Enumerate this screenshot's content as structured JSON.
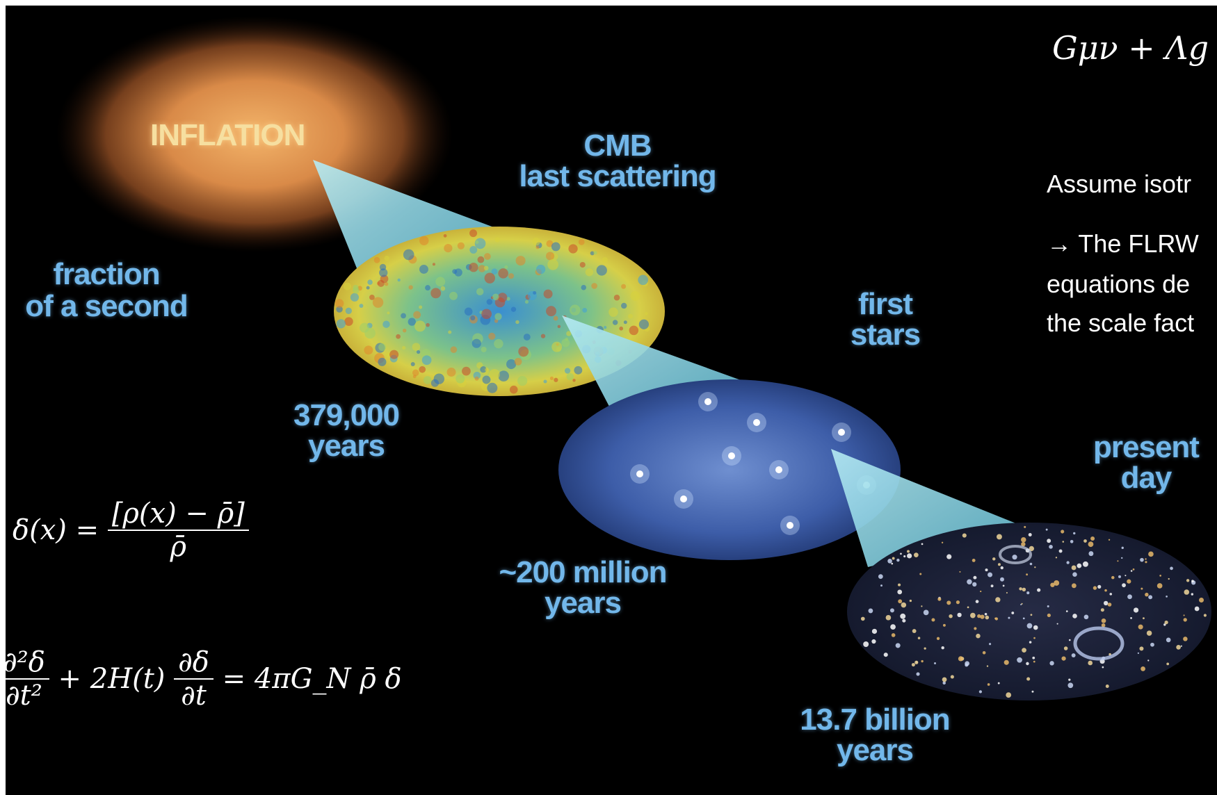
{
  "stages": [
    {
      "name": "INFLATION",
      "time_label": "fraction\nof a second"
    },
    {
      "name": "CMB\nlast scattering",
      "time_label": "379,000\nyears"
    },
    {
      "name": "first\nstars",
      "time_label": "~200 million\nyears"
    },
    {
      "name": "present\nday",
      "time_label": "13.7 billion\nyears"
    }
  ],
  "side_text": {
    "line1": "Assume isotr",
    "line2": "→ The FLRW",
    "line3": "equations de",
    "line4": "the scale fact"
  },
  "equations": {
    "einstein": "Gμν + Λg",
    "density_lhs": "δ(x) =",
    "density_num": "[ρ(x) − ρ̄]",
    "density_den": "ρ̄",
    "growth_num1": "∂²δ",
    "growth_den1": "∂t²",
    "growth_mid": "+ 2H(t)",
    "growth_num2": "∂δ",
    "growth_den2": "∂t",
    "growth_rhs": "= 4πG_N ρ̄ δ"
  },
  "colors": {
    "label_blue": "#72b7ea",
    "inflation_gold": "#f6dfa0",
    "background": "#000000",
    "cone_cyan": "#8fd3e3"
  }
}
